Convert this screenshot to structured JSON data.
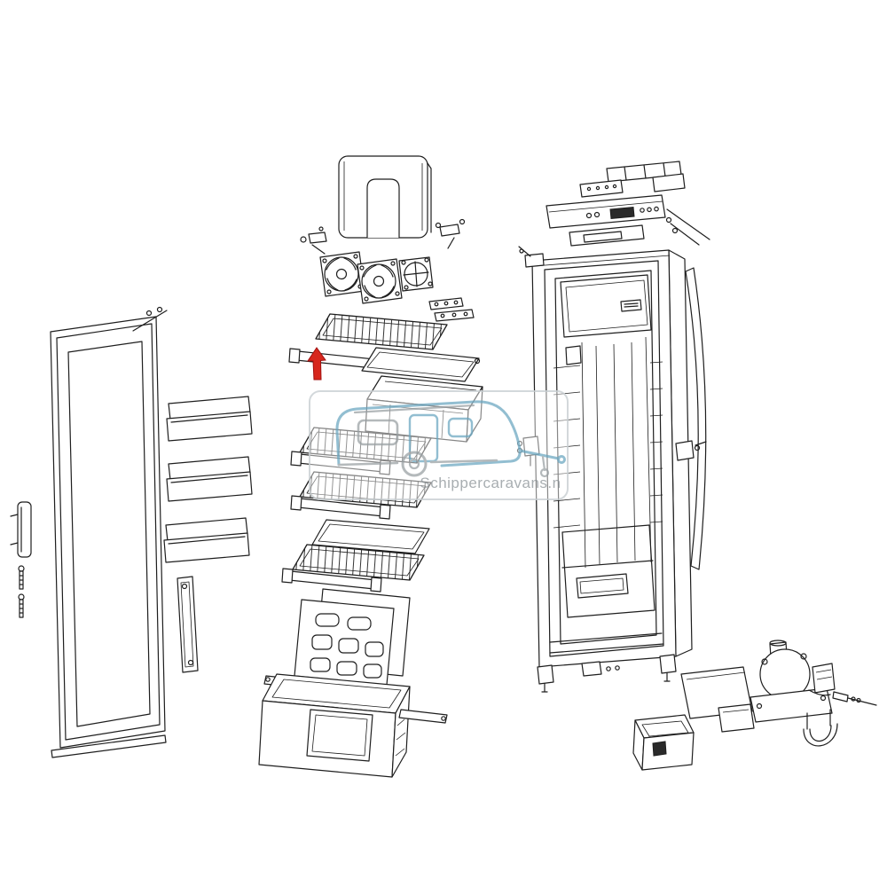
{
  "watermark": {
    "text": "Schippercaravans.n"
  },
  "colors": {
    "line": "#1e1e1e",
    "arrow": "#d7271d",
    "caravan_teal": "#7fb3c9",
    "caravan_gray": "#a7adb0",
    "watermark_border": "#ccd2d5",
    "watermark_text": "#9aa0a4"
  },
  "diagram": {
    "type": "exploded-parts-diagram",
    "subject": "refrigerator"
  }
}
